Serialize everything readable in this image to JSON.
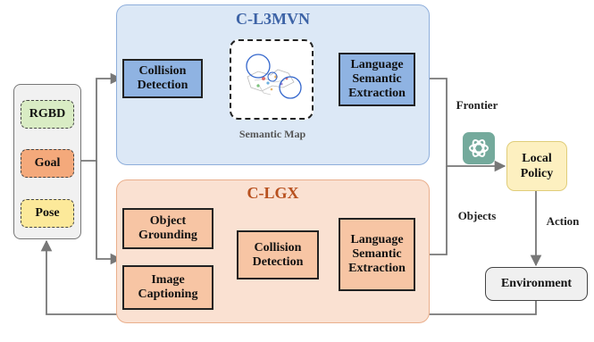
{
  "inputs": {
    "rgbd": "RGBD",
    "goal": "Goal",
    "pose": "Pose"
  },
  "l3mvn": {
    "title": "C-L3MVN",
    "collision_detection": "Collision Detection",
    "semantic_map": "Semantic Map",
    "language_semantic_extraction": "Language Semantic Extraction"
  },
  "lgx": {
    "title": "C-LGX",
    "object_grounding": "Object Grounding",
    "image_captioning": "Image Captioning",
    "collision_detection": "Collision Detection",
    "language_semantic_extraction": "Language Semantic Extraction"
  },
  "edges": {
    "frontier": "Frontier",
    "objects": "Objects",
    "action": "Action"
  },
  "policy": {
    "local_policy": "Local Policy",
    "icon": "openai-logo-icon"
  },
  "environment": {
    "label": "Environment"
  },
  "colors": {
    "l3mvn_panel": "#dce8f6",
    "l3mvn_title": "#3d63a6",
    "blue_box": "#8fb3e2",
    "lgx_panel": "#fae1d2",
    "lgx_title": "#b8511f",
    "orange_box": "#f7c5a4",
    "rgbd": "#d9ecc4",
    "goal": "#f4a97b",
    "pose": "#fce99a",
    "local_policy": "#fdf0c0",
    "gpt_icon": "#74aa9c"
  }
}
